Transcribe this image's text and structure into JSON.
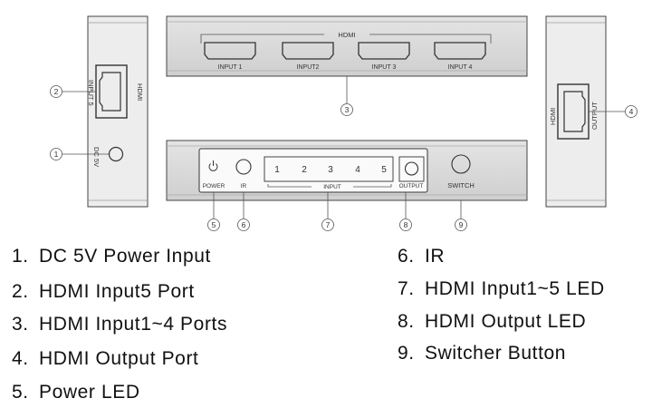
{
  "left_panel": {
    "port_label": "HDMI",
    "port_sublabel": "INPUT 5",
    "dc_label": "DC 5V",
    "callout_port": "2",
    "callout_dc": "1"
  },
  "top_panel": {
    "group_label": "HDMI",
    "ports": [
      "INPUT 1",
      "INPUT2",
      "INPUT 3",
      "INPUT 4"
    ],
    "callout": "3"
  },
  "right_panel": {
    "port_label": "HDMI",
    "port_sublabel": "OUTPUT",
    "callout": "4"
  },
  "front_panel": {
    "power_label": "POWER",
    "ir_label": "IR",
    "led_numbers": [
      "1",
      "2",
      "3",
      "4",
      "5"
    ],
    "input_label": "INPUT",
    "output_label": "OUTPUT",
    "switch_label": "SWITCH",
    "callouts": [
      "5",
      "6",
      "7",
      "8",
      "9"
    ]
  },
  "legend": [
    {
      "num": "1.",
      "text": "DC 5V Power Input"
    },
    {
      "num": "2.",
      "text": "HDMI Input5 Port"
    },
    {
      "num": "3.",
      "text": "HDMI Input1~4 Ports"
    },
    {
      "num": "4.",
      "text": "HDMI Output Port"
    },
    {
      "num": "5.",
      "text": "Power LED"
    },
    {
      "num": "6.",
      "text": "IR"
    },
    {
      "num": "7.",
      "text": "HDMI Input1~5 LED"
    },
    {
      "num": "8.",
      "text": "HDMI Output LED"
    },
    {
      "num": "9.",
      "text": "Switcher Button"
    }
  ]
}
